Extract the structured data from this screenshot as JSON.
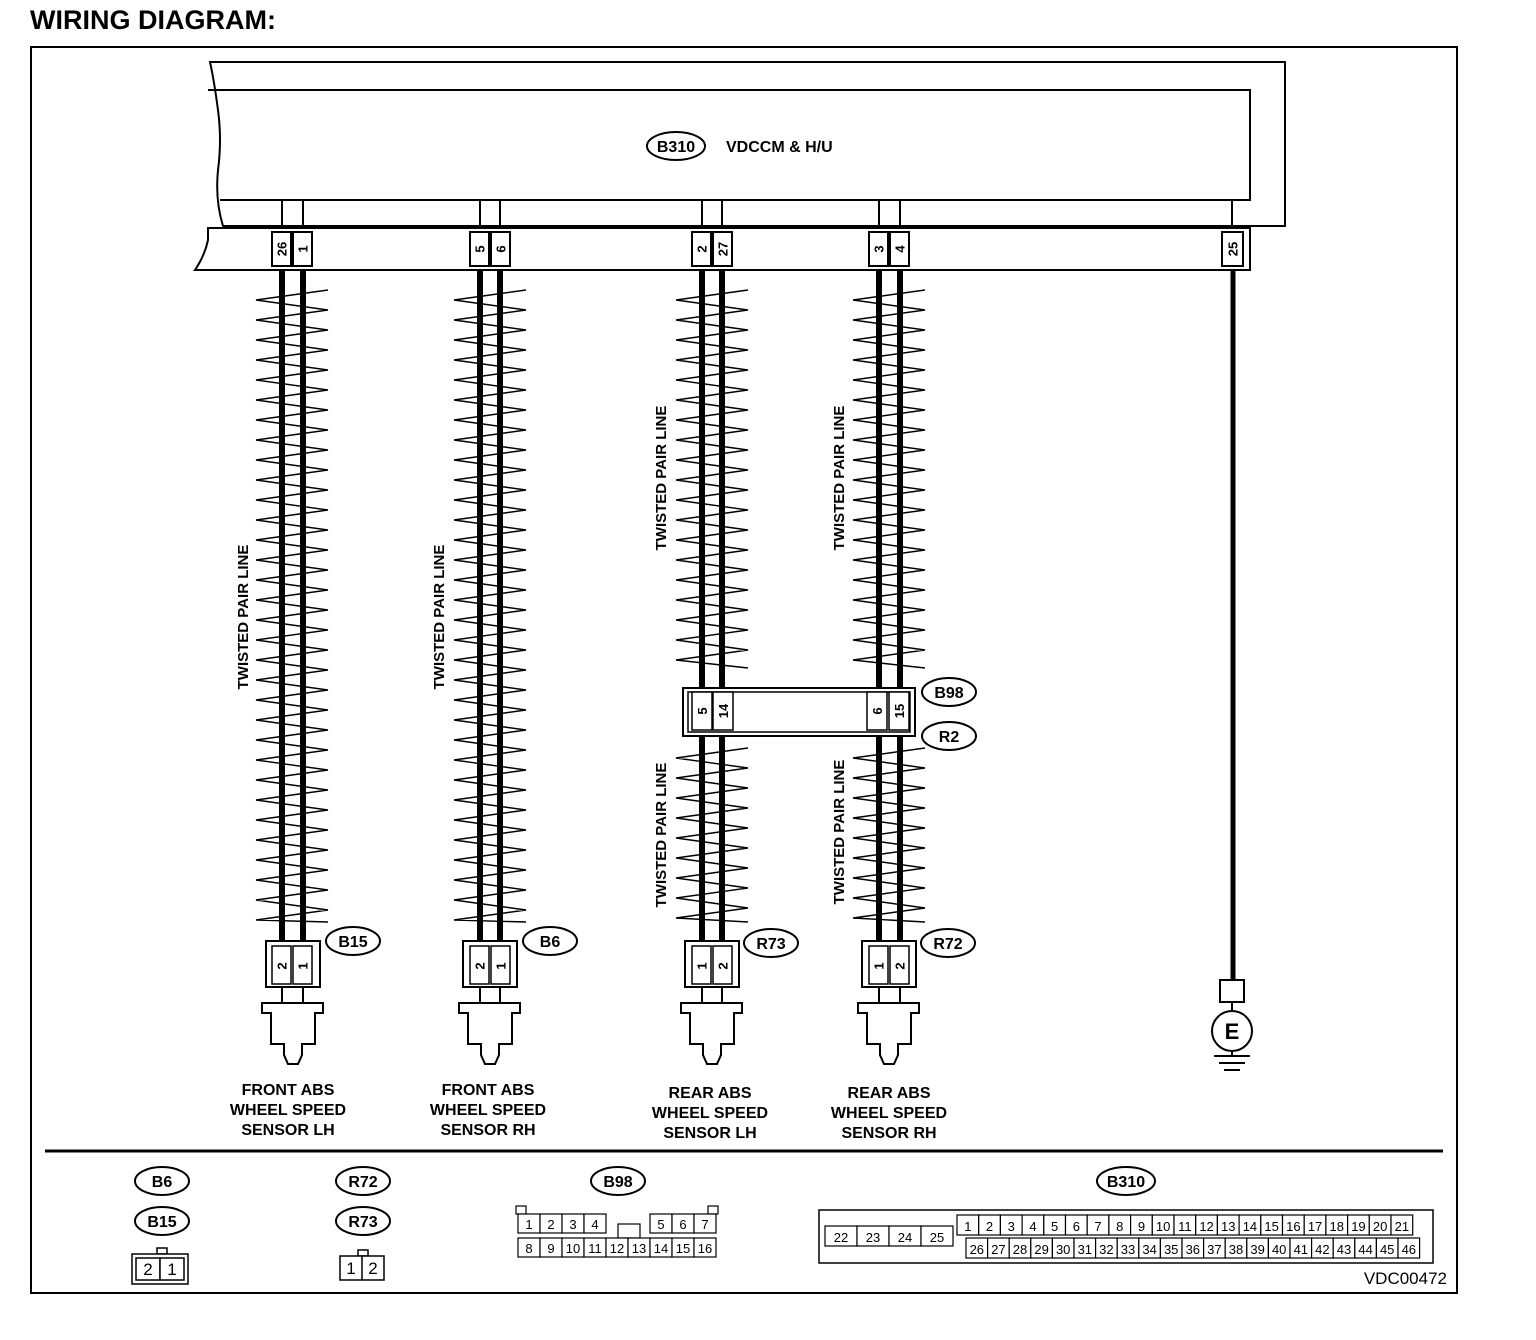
{
  "title": "WIRING DIAGRAM:",
  "figure_code": "VDC00472",
  "unit": {
    "ref": "B310",
    "name": "VDCCM & H/U"
  },
  "twisted_label": "TWISTED PAIR LINE",
  "ground_symbol": "E",
  "unit_pins": {
    "front_lh": [
      "26",
      "1"
    ],
    "front_rh": [
      "5",
      "6"
    ],
    "rear_lh": [
      "2",
      "27"
    ],
    "rear_rh": [
      "3",
      "4"
    ],
    "ground": "25"
  },
  "joint_connector": {
    "refs": [
      "B98",
      "R2"
    ],
    "pins_left": [
      "5",
      "14"
    ],
    "pins_right": [
      "6",
      "15"
    ]
  },
  "sensors": [
    {
      "ref": "B15",
      "pins": [
        "2",
        "1"
      ],
      "label": [
        "FRONT ABS",
        "WHEEL SPEED",
        "SENSOR LH"
      ]
    },
    {
      "ref": "B6",
      "pins": [
        "2",
        "1"
      ],
      "label": [
        "FRONT ABS",
        "WHEEL SPEED",
        "SENSOR RH"
      ]
    },
    {
      "ref": "R73",
      "pins": [
        "1",
        "2"
      ],
      "label": [
        "REAR ABS",
        "WHEEL SPEED",
        "SENSOR LH"
      ]
    },
    {
      "ref": "R72",
      "pins": [
        "1",
        "2"
      ],
      "label": [
        "REAR ABS",
        "WHEEL SPEED",
        "SENSOR RH"
      ]
    }
  ],
  "legend": {
    "g1": {
      "refs": [
        "B6",
        "B15"
      ],
      "pins": [
        "2",
        "1"
      ]
    },
    "g2": {
      "refs": [
        "R72",
        "R73"
      ],
      "pins": [
        "1",
        "2"
      ]
    },
    "g3": {
      "ref": "B98",
      "top": [
        "1",
        "2",
        "3",
        "4",
        "5",
        "6",
        "7"
      ],
      "bottom": [
        "8",
        "9",
        "10",
        "11",
        "12",
        "13",
        "14",
        "15",
        "16"
      ]
    },
    "g4": {
      "ref": "B310",
      "left": [
        "22",
        "23",
        "24",
        "25"
      ],
      "top": [
        "1",
        "2",
        "3",
        "4",
        "5",
        "6",
        "7",
        "8",
        "9",
        "10",
        "11",
        "12",
        "13",
        "14",
        "15",
        "16",
        "17",
        "18",
        "19",
        "20",
        "21"
      ],
      "bottom": [
        "26",
        "27",
        "28",
        "29",
        "30",
        "31",
        "32",
        "33",
        "34",
        "35",
        "36",
        "37",
        "38",
        "39",
        "40",
        "41",
        "42",
        "43",
        "44",
        "45",
        "46"
      ]
    }
  }
}
